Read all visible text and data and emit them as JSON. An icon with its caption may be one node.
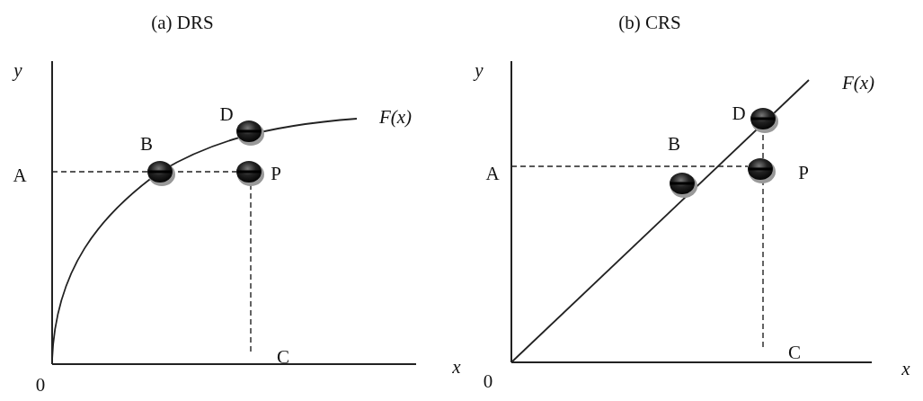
{
  "diagram": {
    "labels": [
      "(a)  DRS",
      "y",
      "D",
      "F(x)",
      "B",
      "A",
      "P",
      "C",
      "x",
      "0",
      "(b) CRS",
      "y",
      "F(x)",
      "D",
      "B",
      "A",
      "P",
      "C",
      "x",
      "0"
    ]
  }
}
